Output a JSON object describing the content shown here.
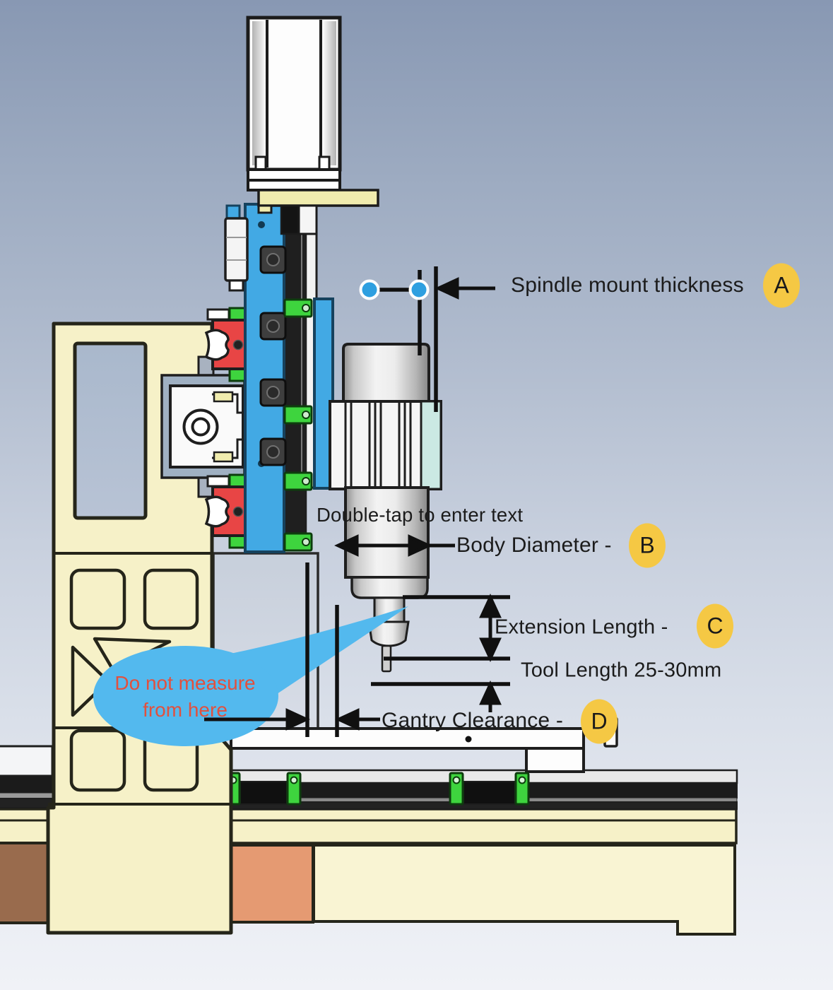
{
  "annotations": {
    "spindle_mount_thickness": {
      "label": "Spindle mount thickness",
      "badge": "A"
    },
    "body_diameter": {
      "label": "Body Diameter -",
      "badge": "B"
    },
    "extension_length": {
      "label": "Extension Length -",
      "badge": "C"
    },
    "tool_length": {
      "label": "Tool Length 25-30mm"
    },
    "gantry_clearance": {
      "label": "Gantry Clearance -",
      "badge": "D"
    },
    "text_placeholder": "Double-tap to enter text",
    "callout": {
      "line1": "Do not measure",
      "line2": "from here"
    }
  },
  "colors": {
    "badge_fill": "#f5c844",
    "badge_text": "#1a1a1a",
    "annotation_line": "#101010",
    "drag_handle": "#2e9fe0",
    "callout_bubble": "#53b9ee",
    "callout_text": "#e2503e",
    "machine_cream": "#f6f1c8",
    "machine_blue": "#42a9e4",
    "machine_green": "#3ed43e",
    "machine_red": "#e84545",
    "machine_salmon": "#e59a72",
    "machine_brown": "#996b4d",
    "spindle_mount_teal": "#cbe9e3"
  }
}
